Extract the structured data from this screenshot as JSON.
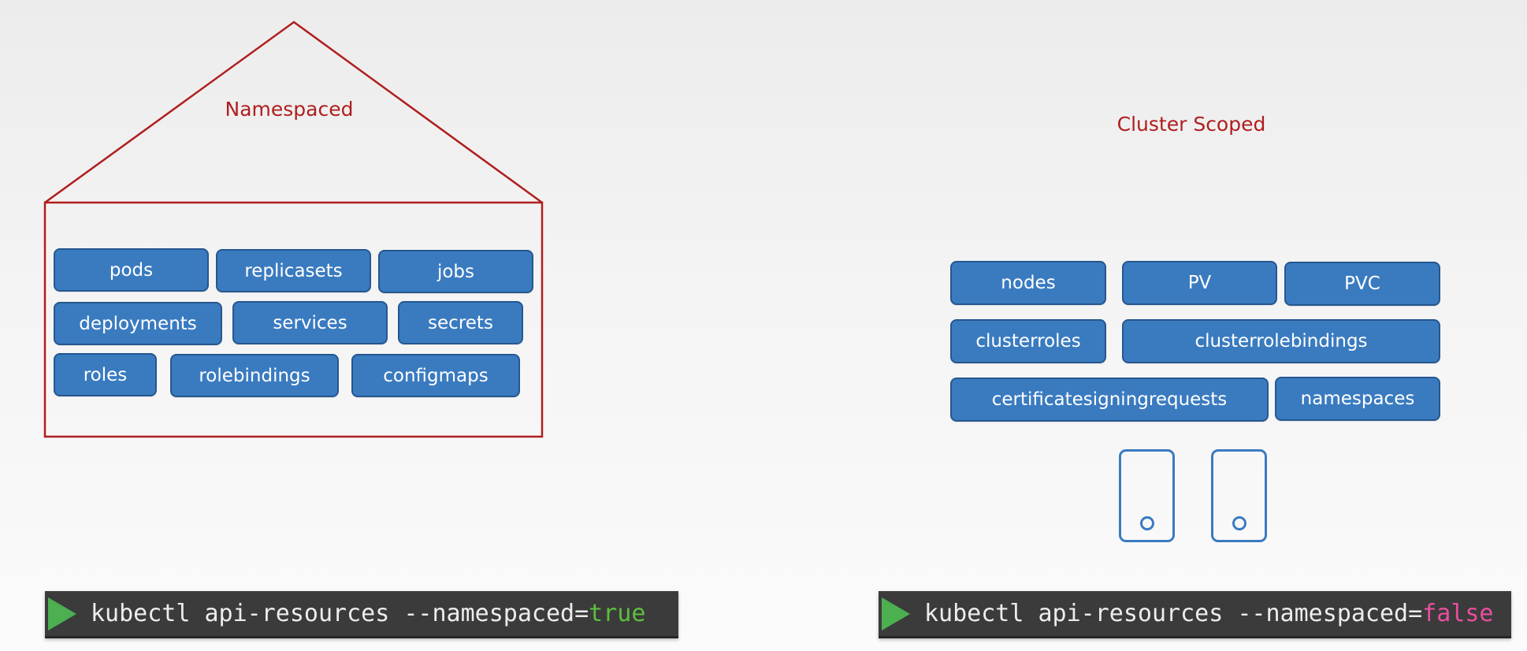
{
  "namespaced": {
    "title": "Namespaced",
    "resources": [
      "pods",
      "replicasets",
      "jobs",
      "deployments",
      "services",
      "secrets",
      "roles",
      "rolebindings",
      "configmaps"
    ],
    "command": {
      "prefix": "kubectl api-resources --namespaced=",
      "value": "true",
      "value_color": "#5cbf3e"
    }
  },
  "cluster_scoped": {
    "title": "Cluster Scoped",
    "resources": [
      "nodes",
      "PV",
      "PVC",
      "clusterroles",
      "clusterrolebindings",
      "certificatesigningrequests",
      "namespaces"
    ],
    "command": {
      "prefix": "kubectl api-resources --namespaced=",
      "value": "false",
      "value_color": "#e84f9d"
    },
    "server_icons": [
      "server-icon",
      "server-icon"
    ]
  },
  "colors": {
    "accent_red": "#b01e1e",
    "chip_blue": "#3a7bc0",
    "terminal_bg": "#3b3b3b",
    "play_green": "#4caf50"
  }
}
